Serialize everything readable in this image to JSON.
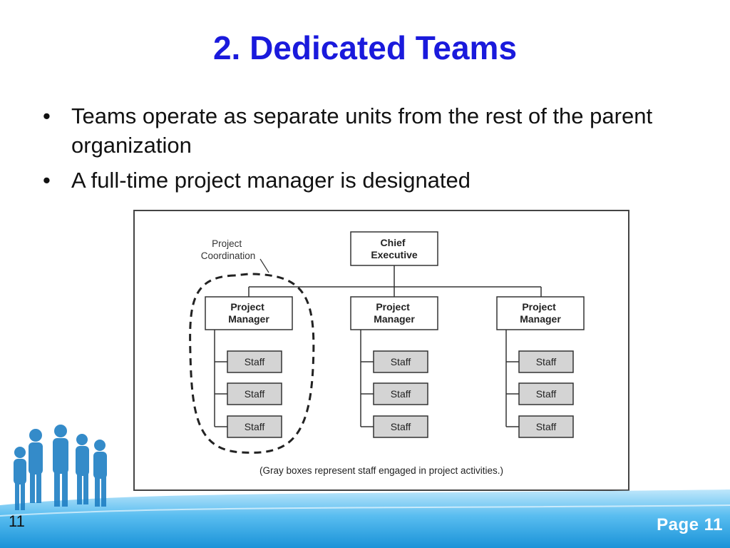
{
  "slide": {
    "title": "2. Dedicated Teams",
    "bullets": [
      "Teams operate as separate units from the rest of the parent organization",
      "A full-time project manager is designated"
    ]
  },
  "diagram": {
    "root": "Chief Executive",
    "root_lines": [
      "Chief",
      "Executive"
    ],
    "managers": [
      {
        "lines": [
          "Project",
          "Manager"
        ],
        "staff": [
          "Staff",
          "Staff",
          "Staff"
        ]
      },
      {
        "lines": [
          "Project",
          "Manager"
        ],
        "staff": [
          "Staff",
          "Staff",
          "Staff"
        ]
      },
      {
        "lines": [
          "Project",
          "Manager"
        ],
        "staff": [
          "Staff",
          "Staff",
          "Staff"
        ]
      }
    ],
    "coordination_label_lines": [
      "Project",
      "Coordination"
    ],
    "caption": "(Gray boxes represent staff engaged in project activities.)",
    "colors": {
      "staff_fill": "#d4d4d4",
      "box_stroke": "#333333"
    }
  },
  "footer": {
    "slide_number": "11",
    "page_label": "Page 11"
  },
  "colors": {
    "title": "#1a1adc",
    "footer_blue": "#3aa9e6"
  }
}
